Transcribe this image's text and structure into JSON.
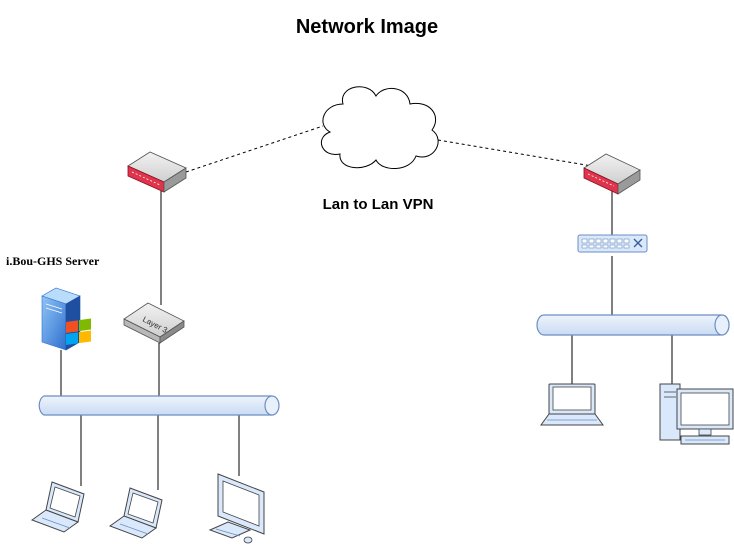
{
  "diagram": {
    "title": "Network Image",
    "vpn_label": "Lan to Lan VPN",
    "server_label": "i.Bou-GHS Server",
    "layer3_switch_label": "Layer 3"
  },
  "nodes": [
    {
      "id": "cloud",
      "icon": "cloud-icon"
    },
    {
      "id": "router-left",
      "icon": "router-icon"
    },
    {
      "id": "router-right",
      "icon": "router-icon"
    },
    {
      "id": "layer3-switch",
      "icon": "layer3-switch-icon"
    },
    {
      "id": "hub-right",
      "icon": "hub-icon"
    },
    {
      "id": "server",
      "icon": "windows-server-icon"
    },
    {
      "id": "bus-left",
      "icon": "bus-icon"
    },
    {
      "id": "bus-right",
      "icon": "bus-icon"
    },
    {
      "id": "laptop-left-1",
      "icon": "laptop-icon"
    },
    {
      "id": "laptop-left-2",
      "icon": "laptop-icon"
    },
    {
      "id": "desktop-left",
      "icon": "desktop-icon"
    },
    {
      "id": "laptop-right",
      "icon": "laptop-icon"
    },
    {
      "id": "desktop-right",
      "icon": "desktop-icon"
    }
  ],
  "links": [
    {
      "from": "router-left",
      "to": "cloud",
      "style": "dashed"
    },
    {
      "from": "cloud",
      "to": "router-right",
      "style": "dashed"
    },
    {
      "from": "router-left",
      "to": "layer3-switch",
      "style": "solid"
    },
    {
      "from": "layer3-switch",
      "to": "bus-left",
      "style": "solid"
    },
    {
      "from": "server",
      "to": "bus-left",
      "style": "solid"
    },
    {
      "from": "bus-left",
      "to": "laptop-left-1",
      "style": "solid"
    },
    {
      "from": "bus-left",
      "to": "laptop-left-2",
      "style": "solid"
    },
    {
      "from": "bus-left",
      "to": "desktop-left",
      "style": "solid"
    },
    {
      "from": "router-right",
      "to": "hub-right",
      "style": "solid"
    },
    {
      "from": "hub-right",
      "to": "bus-right",
      "style": "solid"
    },
    {
      "from": "bus-right",
      "to": "laptop-right",
      "style": "solid"
    },
    {
      "from": "bus-right",
      "to": "desktop-right",
      "style": "solid"
    }
  ],
  "colors": {
    "line": "#000000",
    "device_fill": "#dae8fc",
    "device_stroke": "#6c8ebf",
    "router_accent": "#e0334c",
    "bus_fill": "#dae8fc"
  }
}
